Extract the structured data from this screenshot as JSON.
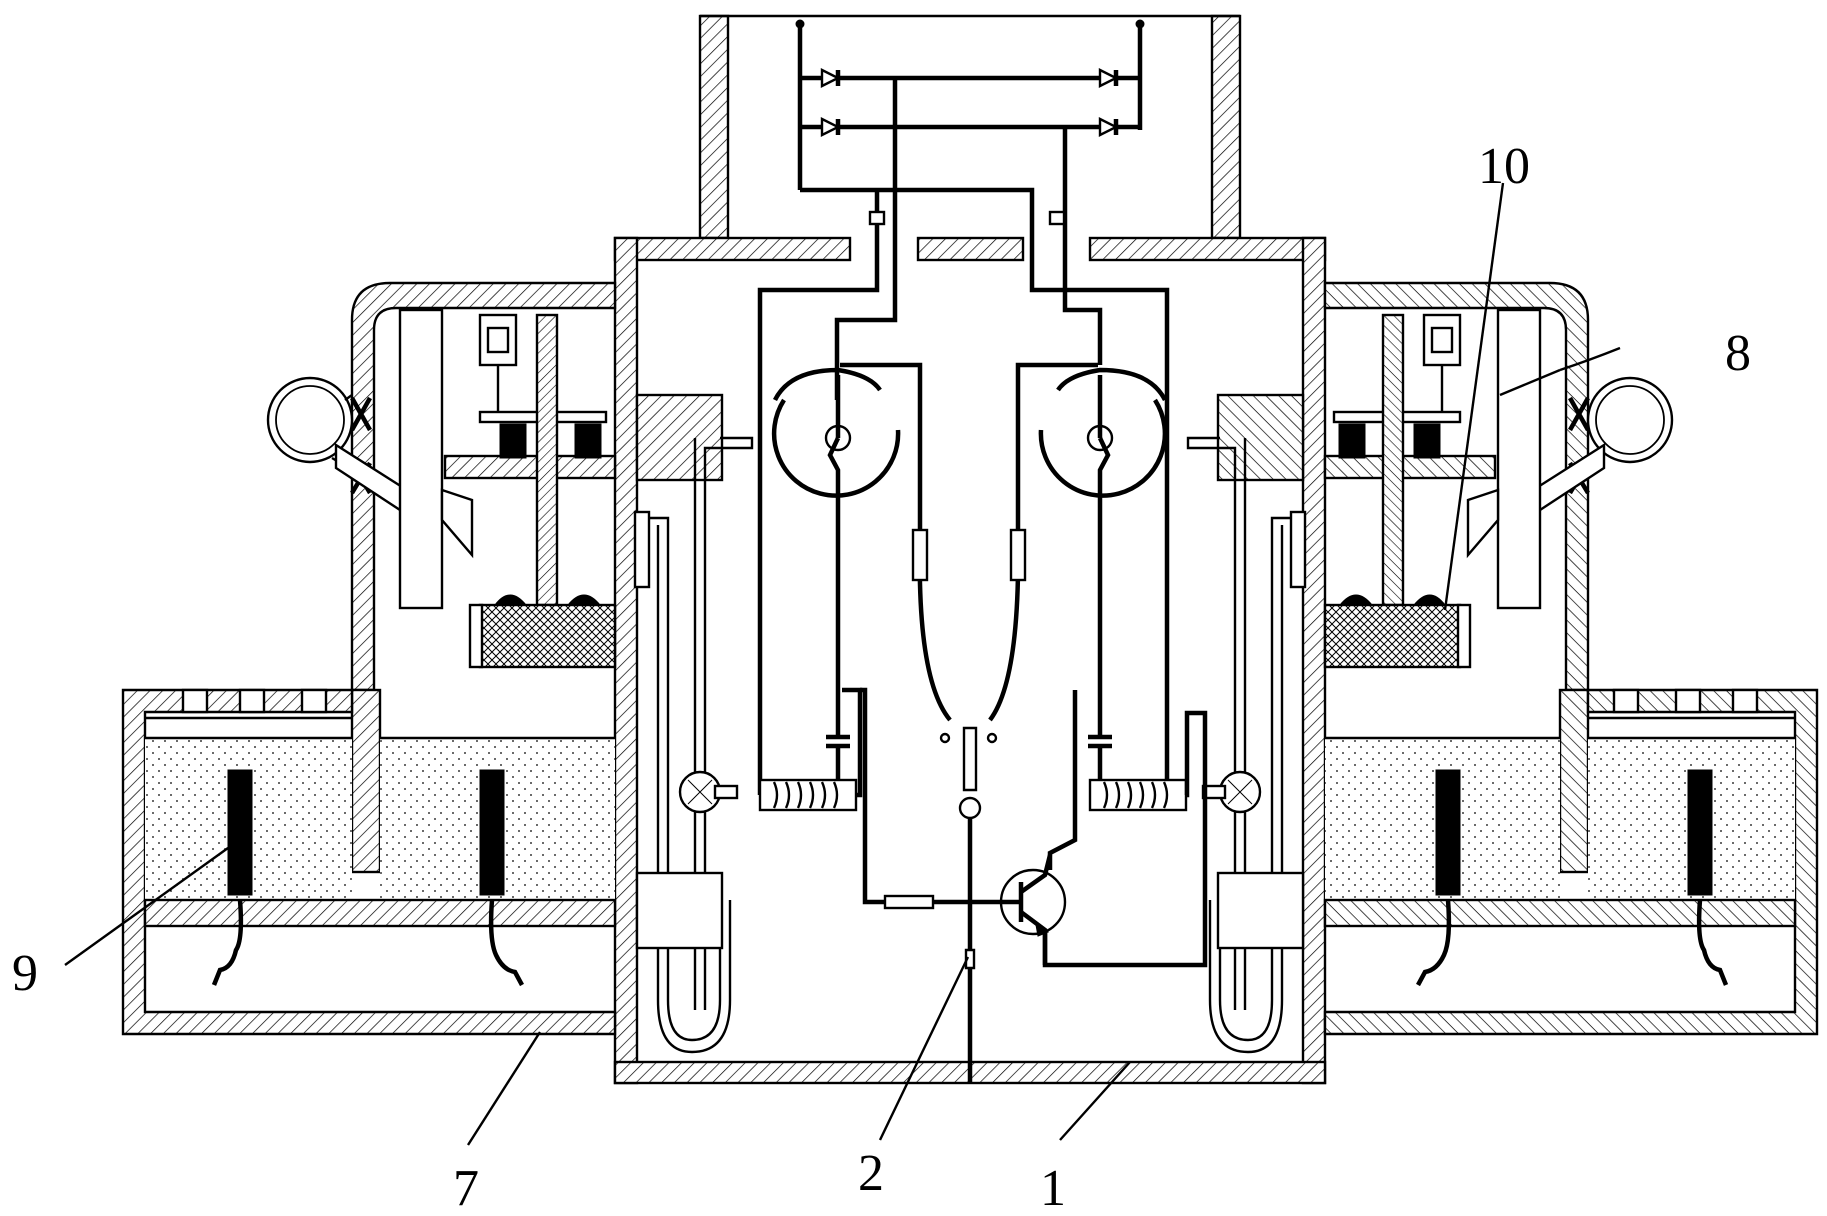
{
  "callouts": {
    "label_1": "1",
    "label_2": "2",
    "label_7": "7",
    "label_8": "8",
    "label_9": "9",
    "label_10": "10"
  },
  "colors": {
    "line": "#000000",
    "background": "#ffffff"
  }
}
